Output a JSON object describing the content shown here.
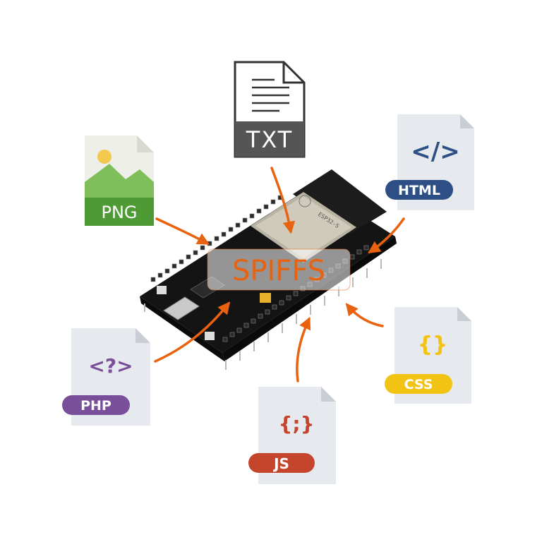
{
  "center_label": "SPIFFS",
  "board": {
    "module_text": "ESP32-S"
  },
  "files": {
    "txt": {
      "tag": "TXT"
    },
    "png": {
      "tag": "PNG"
    },
    "html": {
      "glyph": "</>",
      "tag": "HTML"
    },
    "php": {
      "glyph": "<?>",
      "tag": "PHP"
    },
    "js": {
      "glyph": "{;}",
      "tag": "JS"
    },
    "css": {
      "glyph": "{}",
      "tag": "CSS"
    }
  },
  "colors": {
    "arrow": "#E8620F",
    "doc_bg": "#E6E9EE",
    "doc_fold": "#C9CED6",
    "html": "#2D4F86",
    "php": "#7A4F9A",
    "js": "#C4442C",
    "css": "#F2C313",
    "png": "#5BA43F",
    "spiffs": "#E8620F"
  }
}
